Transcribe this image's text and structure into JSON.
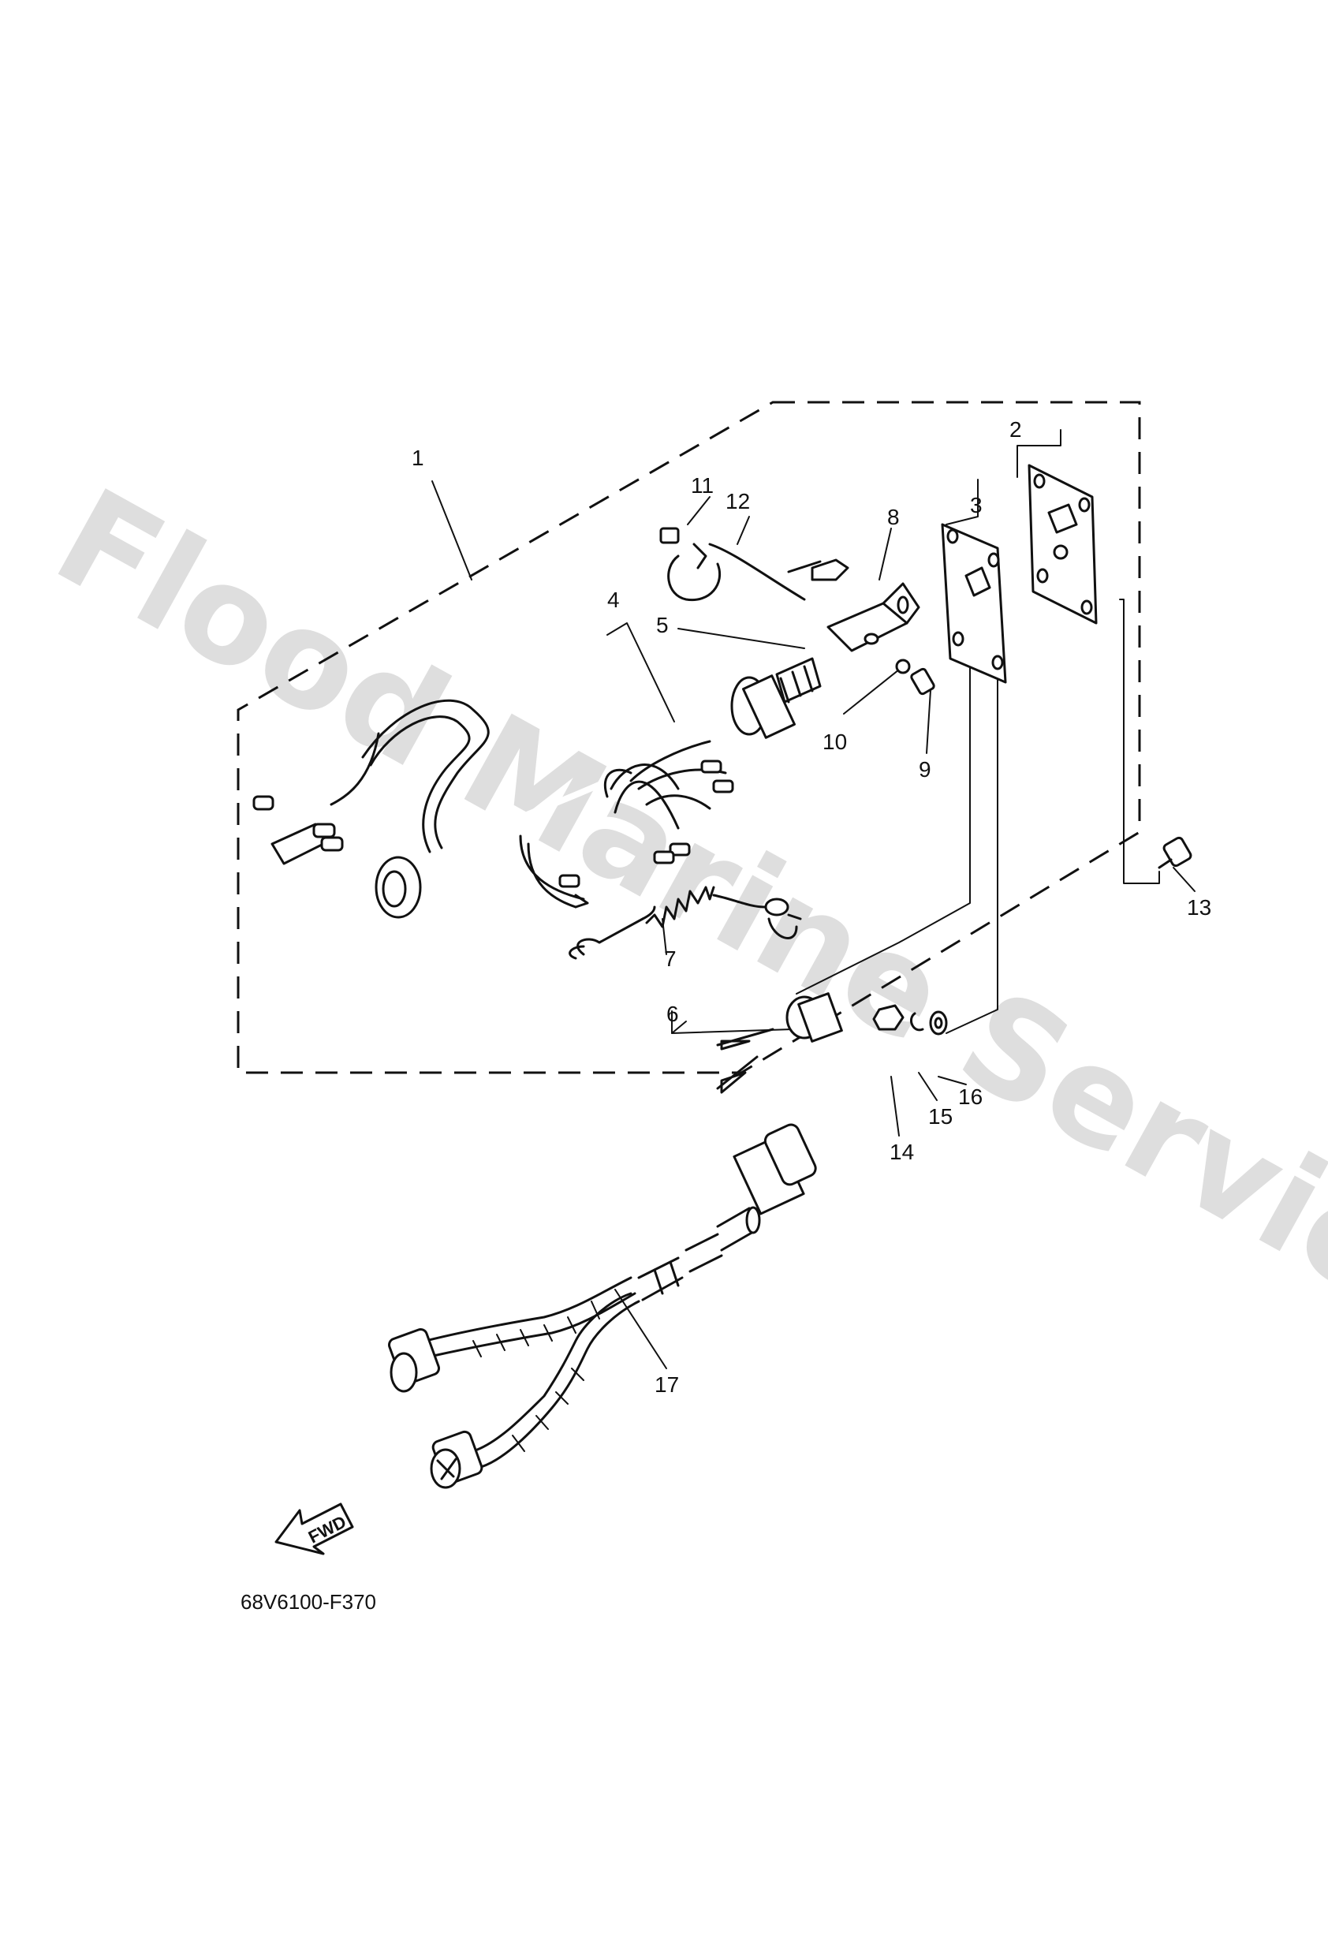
{
  "watermark": "Flood Marine Services",
  "diagram_code": "68V6100-F370",
  "fwd_label": "FWD",
  "callouts": [
    {
      "id": "1",
      "text": "1"
    },
    {
      "id": "2",
      "text": "2"
    },
    {
      "id": "3",
      "text": "3"
    },
    {
      "id": "4",
      "text": "4"
    },
    {
      "id": "5",
      "text": "5"
    },
    {
      "id": "6",
      "text": "6"
    },
    {
      "id": "7",
      "text": "7"
    },
    {
      "id": "8",
      "text": "8"
    },
    {
      "id": "9",
      "text": "9"
    },
    {
      "id": "10",
      "text": "10"
    },
    {
      "id": "11",
      "text": "11"
    },
    {
      "id": "12",
      "text": "12"
    },
    {
      "id": "13",
      "text": "13"
    },
    {
      "id": "14",
      "text": "14"
    },
    {
      "id": "15",
      "text": "15"
    },
    {
      "id": "16",
      "text": "16"
    },
    {
      "id": "17",
      "text": "17"
    }
  ]
}
